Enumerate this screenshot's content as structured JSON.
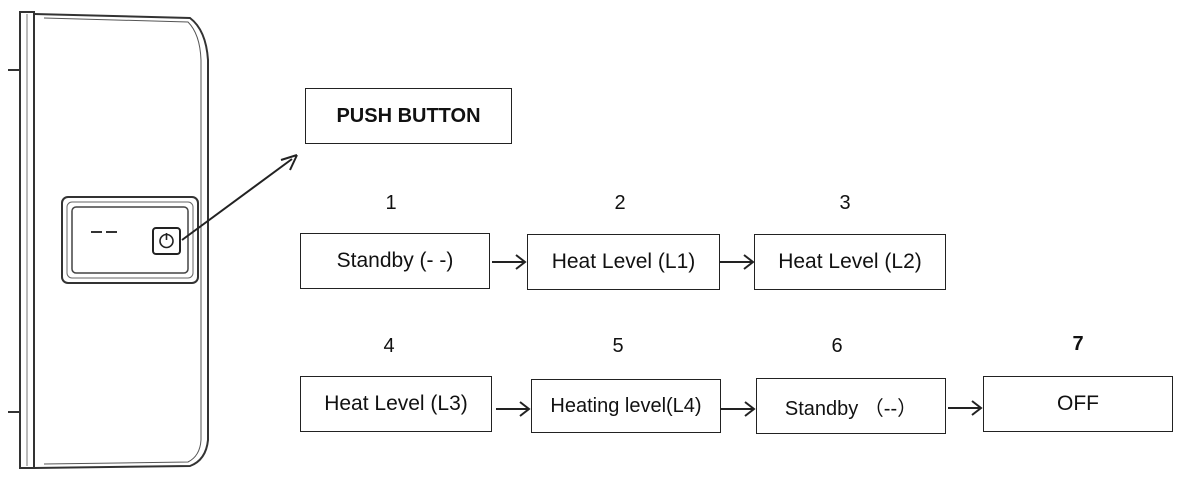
{
  "diagram": {
    "title": "PUSH BUTTON",
    "display_text": "– –",
    "power_icon": "power-icon",
    "row1": [
      {
        "number": "1",
        "label": "Standby (- -)"
      },
      {
        "number": "2",
        "label": "Heat Level (L1)"
      },
      {
        "number": "3",
        "label": "Heat Level (L2)"
      }
    ],
    "row2": [
      {
        "number": "4",
        "label": "Heat Level (L3)"
      },
      {
        "number": "5",
        "label": "Heating level(L4)"
      },
      {
        "number": "6",
        "label": "Standby （--）"
      },
      {
        "number": "7",
        "label": "OFF"
      }
    ]
  }
}
